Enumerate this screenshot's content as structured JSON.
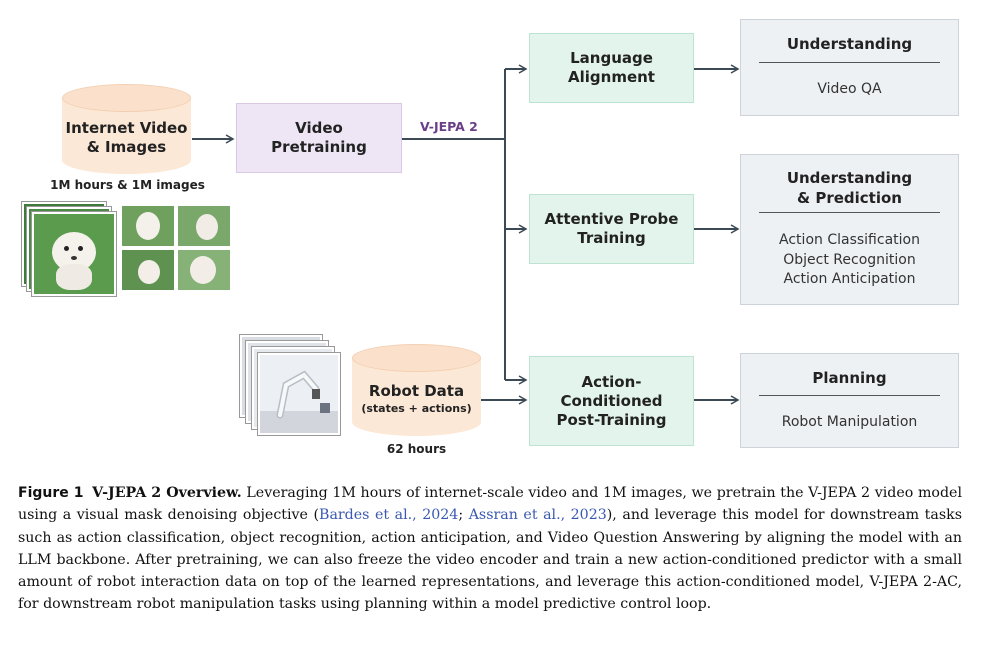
{
  "sources": {
    "internet": {
      "title_line1": "Internet Video",
      "title_line2": "& Images",
      "stat": "1M hours & 1M images"
    },
    "robot": {
      "title": "Robot Data",
      "subtitle": "(states + actions)",
      "stat": "62 hours"
    }
  },
  "pretraining": {
    "line1": "Video",
    "line2": "Pretraining",
    "edge_label": "V-JEPA 2"
  },
  "stages": [
    {
      "line1": "Language",
      "line2": "Alignment",
      "line3": ""
    },
    {
      "line1": "Attentive Probe",
      "line2": "Training",
      "line3": ""
    },
    {
      "line1": "Action-",
      "line2": "Conditioned",
      "line3": "Post-Training"
    }
  ],
  "outputs": [
    {
      "title1": "Understanding",
      "title2": "",
      "items": [
        "Video QA"
      ]
    },
    {
      "title1": "Understanding",
      "title2": "& Prediction",
      "items": [
        "Action Classification",
        "Object Recognition",
        "Action Anticipation"
      ]
    },
    {
      "title1": "Planning",
      "title2": "",
      "items": [
        "Robot Manipulation"
      ]
    }
  ],
  "caption": {
    "figure_label": "Figure 1",
    "figure_title": "V-JEPA 2 Overview.",
    "text_a": " Leveraging 1M hours of internet-scale video and 1M images, we pretrain the V-JEPA 2 video model using a visual mask denoising objective (",
    "cite1": "Bardes et al., 2024",
    "sep": "; ",
    "cite2": "Assran et al., 2023",
    "text_b": "), and leverage this model for downstream tasks such as action classification, object recognition, action anticipation, and Video Question Answering by aligning the model with an LLM backbone. After pretraining, we can also freeze the video encoder and train a new action-conditioned predictor with a small amount of robot interaction data on top of the learned representations, and leverage this action-conditioned model, V-JEPA 2-AC, for downstream robot manipulation tasks using planning within a model predictive control loop."
  },
  "colors": {
    "internet_fill": "#fce8d6",
    "internet_text": "#222222",
    "pretrain_fill": "#efe6f5",
    "pretrain_border": "#d9c8e6",
    "stage_fill": "#e3f4ec",
    "stage_border": "#bfe3d1",
    "output_fill": "#eef1f4",
    "edge_label": "#6b3f86",
    "arrow": "#3b4a55",
    "cite": "#3a58b0"
  }
}
